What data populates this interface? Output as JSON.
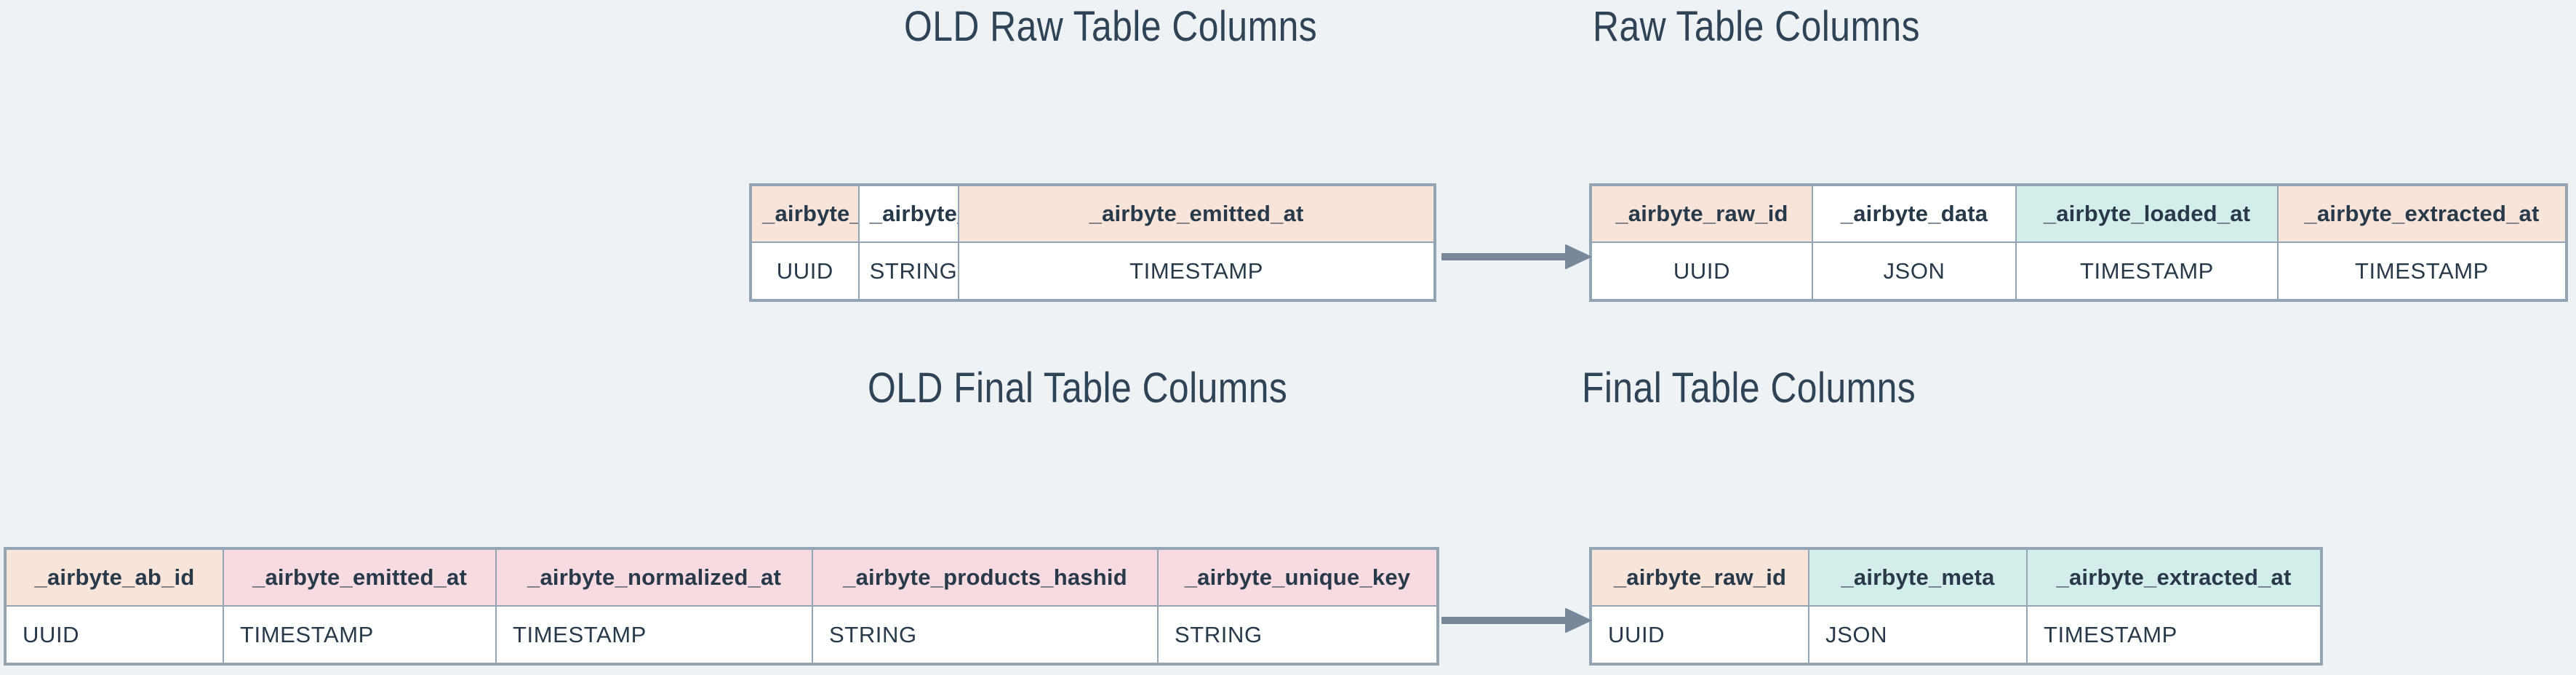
{
  "background_color": "#eef2f5",
  "palette": {
    "peach": "#f8e4d8",
    "mint": "#d3eeea",
    "pink": "#f7dbe0",
    "white": "#ffffff",
    "border": "#93a5b5",
    "text": "#2c3e50",
    "arrow": "#76889a"
  },
  "titles": {
    "old_raw": "OLD Raw Table Columns",
    "new_raw": "Raw Table Columns",
    "old_final": "OLD Final Table Columns",
    "new_final": "Final Table Columns"
  },
  "arrows": {
    "raw": "arrow-right",
    "final": "arrow-right"
  },
  "tables": {
    "old_raw": {
      "title": "OLD Raw Table Columns",
      "headers": [
        "_airbyte_ab_id",
        "_airbyte_data",
        "_airbyte_emitted_at"
      ],
      "header_colors": [
        "peach",
        "white",
        "peach"
      ],
      "types": [
        "UUID",
        "STRING",
        "TIMESTAMP"
      ],
      "type_colors": [
        "white",
        "peach",
        "white"
      ]
    },
    "new_raw": {
      "title": "Raw Table Columns",
      "headers": [
        "_airbyte_raw_id",
        "_airbyte_data",
        "_airbyte_loaded_at",
        "_airbyte_extracted_at"
      ],
      "header_colors": [
        "peach",
        "white",
        "mint",
        "peach"
      ],
      "types": [
        "UUID",
        "JSON",
        "TIMESTAMP",
        "TIMESTAMP"
      ],
      "type_colors": [
        "white",
        "peach",
        "white",
        "white"
      ]
    },
    "old_final": {
      "title": "OLD Final Table Columns",
      "headers": [
        "_airbyte_ab_id",
        "_airbyte_emitted_at",
        "_airbyte_normalized_at",
        "_airbyte_products_hashid",
        "_airbyte_unique_key"
      ],
      "header_colors": [
        "peach",
        "pink",
        "pink",
        "pink",
        "pink"
      ],
      "types": [
        "UUID",
        "TIMESTAMP",
        "TIMESTAMP",
        "STRING",
        "STRING"
      ],
      "type_colors": [
        "white",
        "white",
        "white",
        "white",
        "white"
      ]
    },
    "new_final": {
      "title": "Final Table Columns",
      "headers": [
        "_airbyte_raw_id",
        "_airbyte_meta",
        "_airbyte_extracted_at"
      ],
      "header_colors": [
        "peach",
        "mint",
        "mint"
      ],
      "types": [
        "UUID",
        "JSON",
        "TIMESTAMP"
      ],
      "type_colors": [
        "white",
        "white",
        "white"
      ]
    }
  }
}
